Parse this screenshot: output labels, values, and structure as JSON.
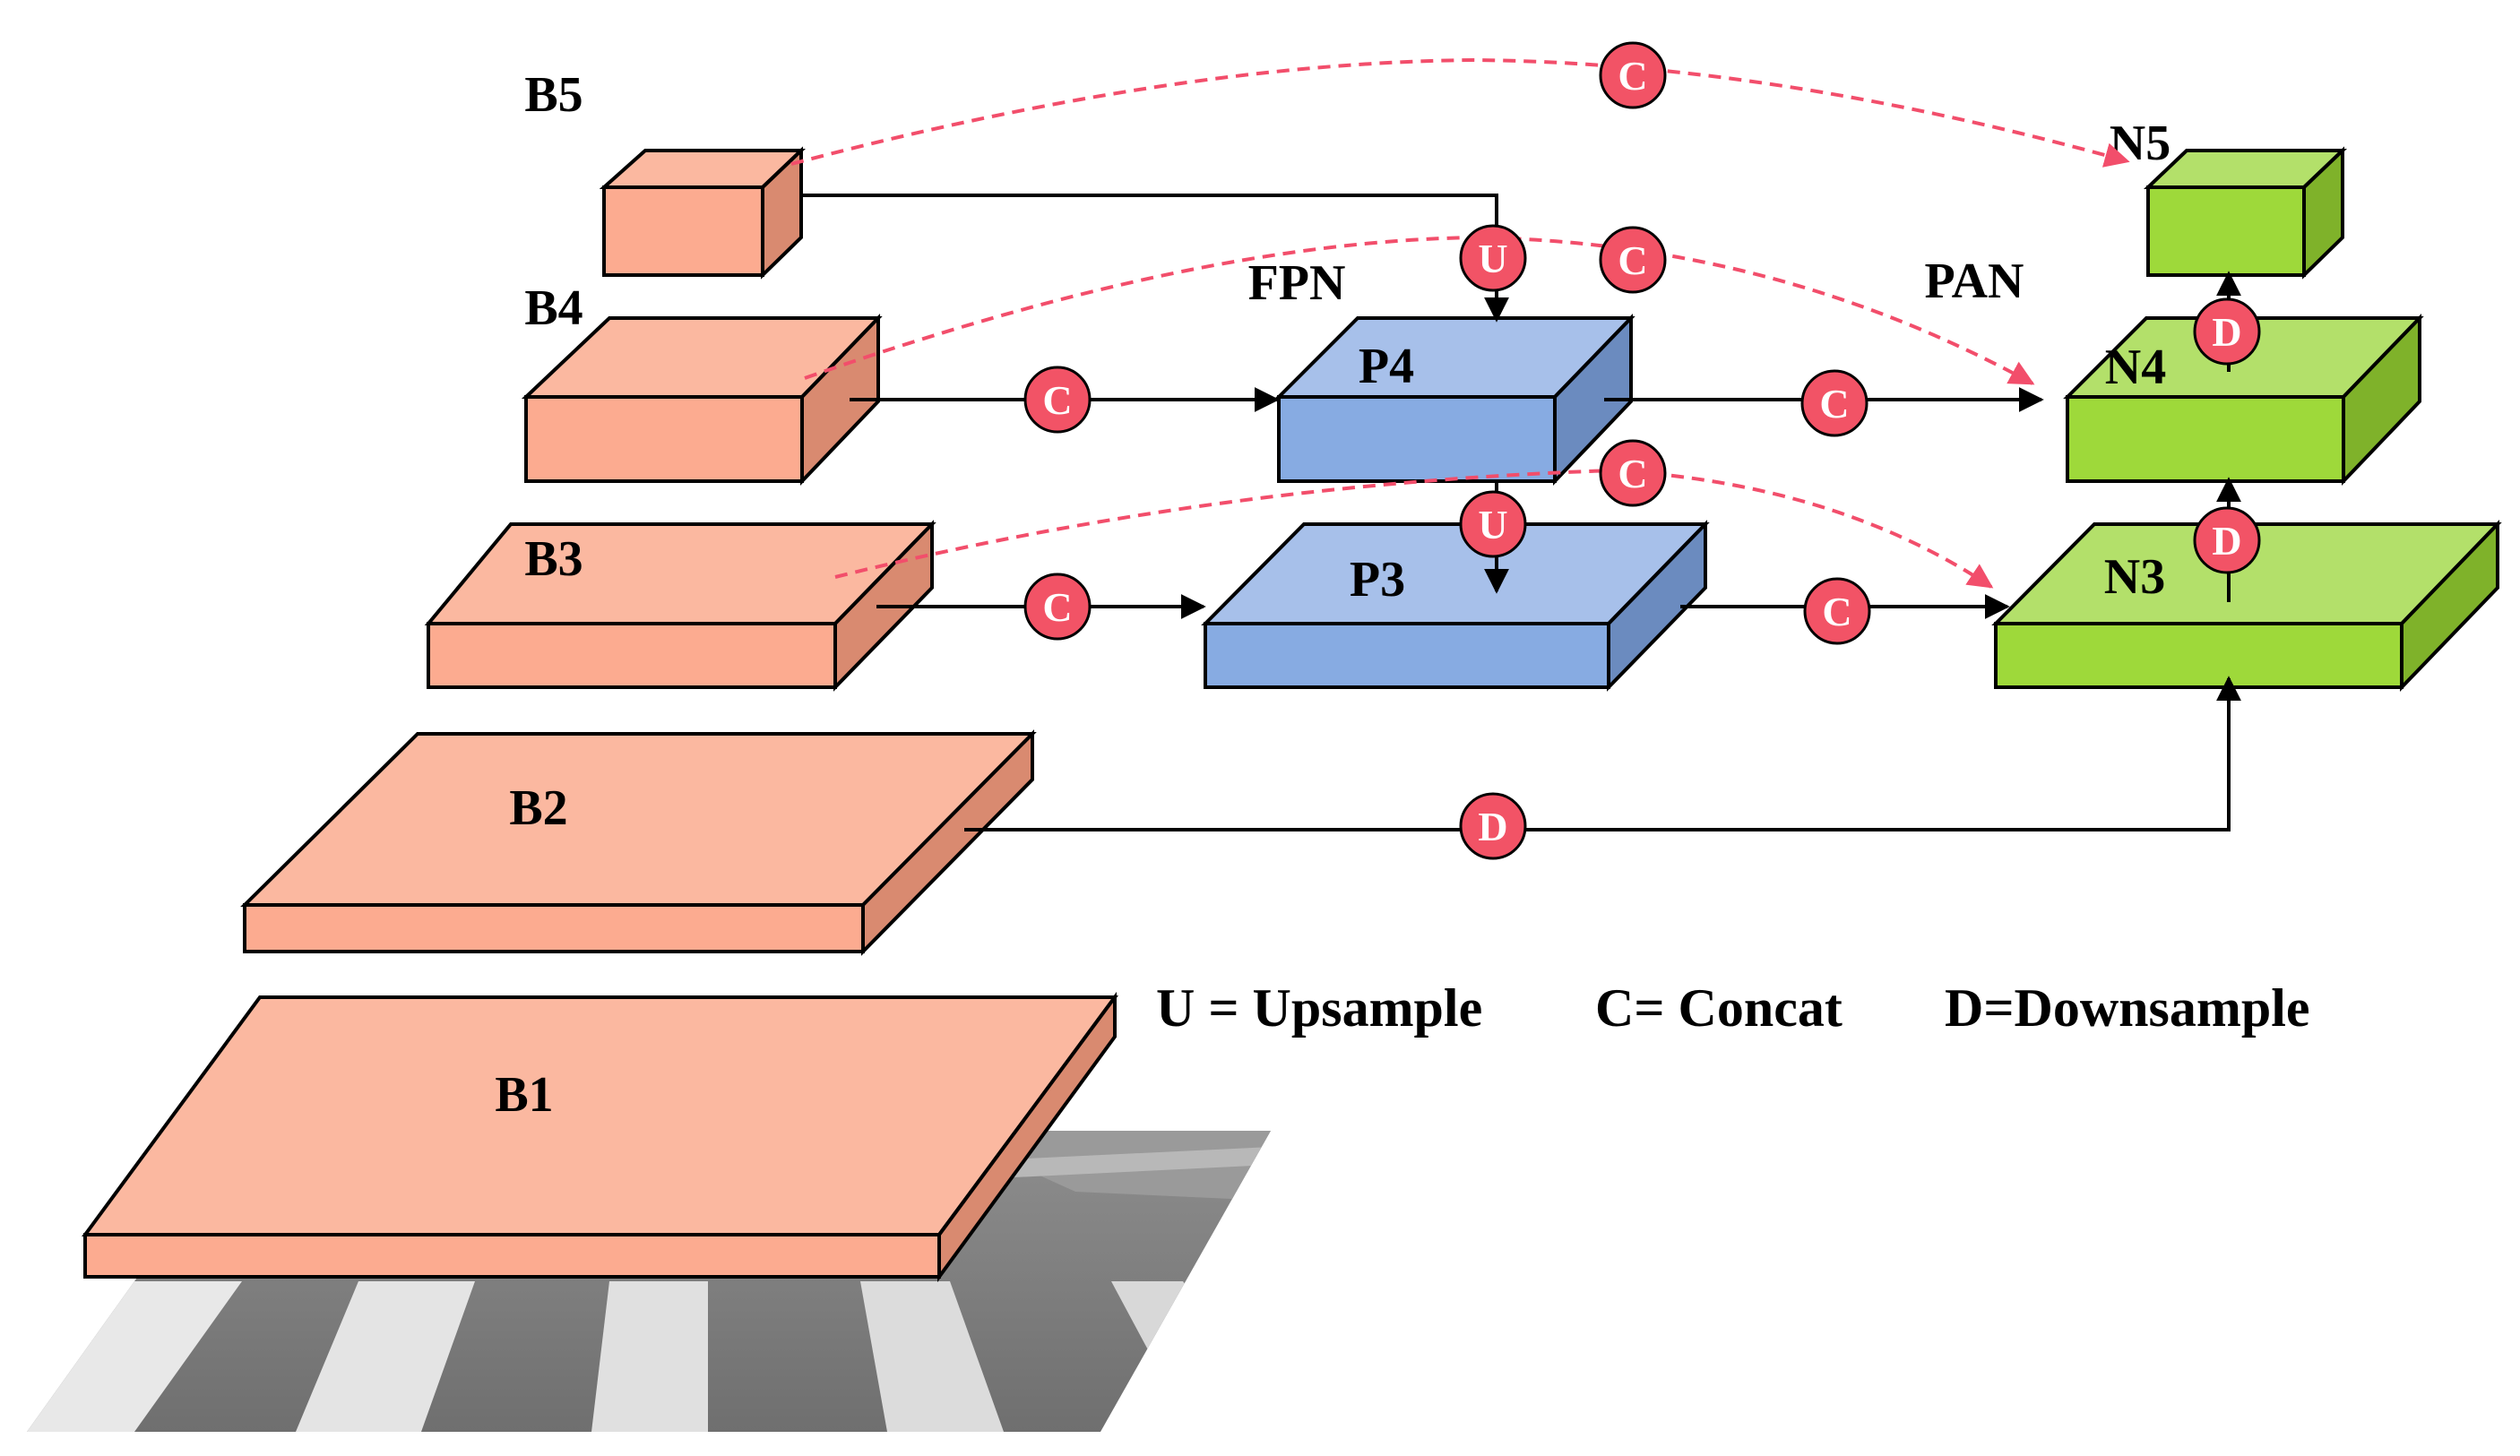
{
  "colors": {
    "backbone": {
      "top": "#fbb8a0",
      "front": "#fcab90",
      "side": "#d98a70"
    },
    "fpn": {
      "top": "#a7c0ea",
      "front": "#87abe2",
      "side": "#6b8bbf"
    },
    "pan": {
      "top": "#b3e06a",
      "front": "#9ed93a",
      "side": "#7fb22a"
    },
    "op_node": "#f25366",
    "concat_dash": "#f24e6b"
  },
  "backbone": {
    "b1": "B1",
    "b2": "B2",
    "b3": "B3",
    "b4": "B4",
    "b5": "B5"
  },
  "fpn": {
    "title": "FPN",
    "p3": "P3",
    "p4": "P4"
  },
  "pan": {
    "title": "PAN",
    "n3": "N3",
    "n4": "N4",
    "n5": "N5"
  },
  "ops": {
    "upsample": "U",
    "concat": "C",
    "downsample": "D"
  },
  "legend": {
    "upsample": "U = Upsample",
    "concat": "C= Concat",
    "downsample": "D=Downsample"
  },
  "input_image": {
    "icon": "road-crosswalk-photo"
  }
}
